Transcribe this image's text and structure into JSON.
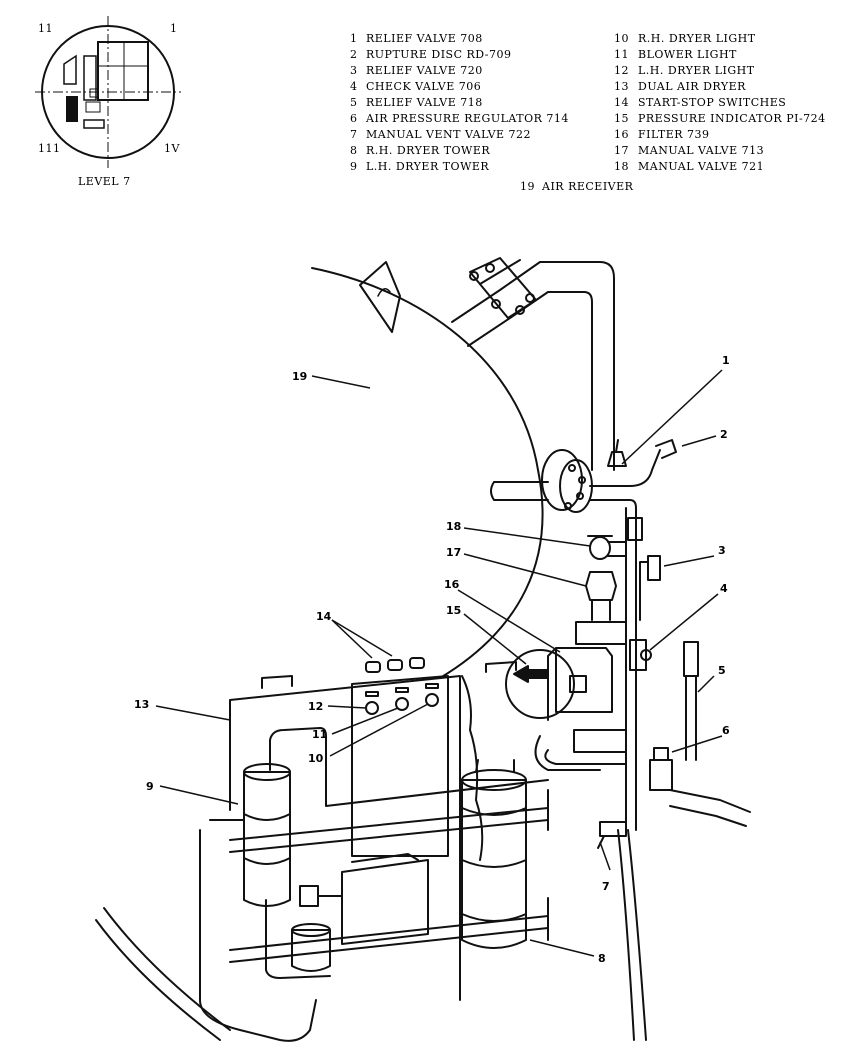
{
  "locator": {
    "quadrants": [
      "11",
      "1",
      "111",
      "1V"
    ],
    "caption": "LEVEL 7"
  },
  "legend": {
    "left": [
      {
        "num": "1",
        "text": "RELIEF VALVE 708"
      },
      {
        "num": "2",
        "text": "RUPTURE DISC  RD-709"
      },
      {
        "num": "3",
        "text": "RELIEF VALVE 720"
      },
      {
        "num": "4",
        "text": "CHECK VALVE 706"
      },
      {
        "num": "5",
        "text": "RELIEF VALVE 718"
      },
      {
        "num": "6",
        "text": "AIR PRESSURE REGULATOR 714"
      },
      {
        "num": "7",
        "text": "MANUAL VENT VALVE 722"
      },
      {
        "num": "8",
        "text": "R.H. DRYER TOWER"
      },
      {
        "num": "9",
        "text": "L.H. DRYER TOWER"
      }
    ],
    "right": [
      {
        "num": "10",
        "text": "R.H. DRYER LIGHT"
      },
      {
        "num": "11",
        "text": "BLOWER LIGHT"
      },
      {
        "num": "12",
        "text": "L.H. DRYER LIGHT"
      },
      {
        "num": "13",
        "text": "DUAL AIR DRYER"
      },
      {
        "num": "14",
        "text": "START-STOP SWITCHES"
      },
      {
        "num": "15",
        "text": "PRESSURE INDICATOR PI-724"
      },
      {
        "num": "16",
        "text": "FILTER 739"
      },
      {
        "num": "17",
        "text": "MANUAL VALVE 713"
      },
      {
        "num": "18",
        "text": "MANUAL VALVE 721"
      }
    ],
    "bottom": {
      "num": "19",
      "text": "AIR RECEIVER"
    }
  },
  "callouts": [
    "1",
    "2",
    "3",
    "4",
    "5",
    "6",
    "7",
    "8",
    "9",
    "10",
    "11",
    "12",
    "13",
    "14",
    "15",
    "16",
    "17",
    "18",
    "19"
  ]
}
